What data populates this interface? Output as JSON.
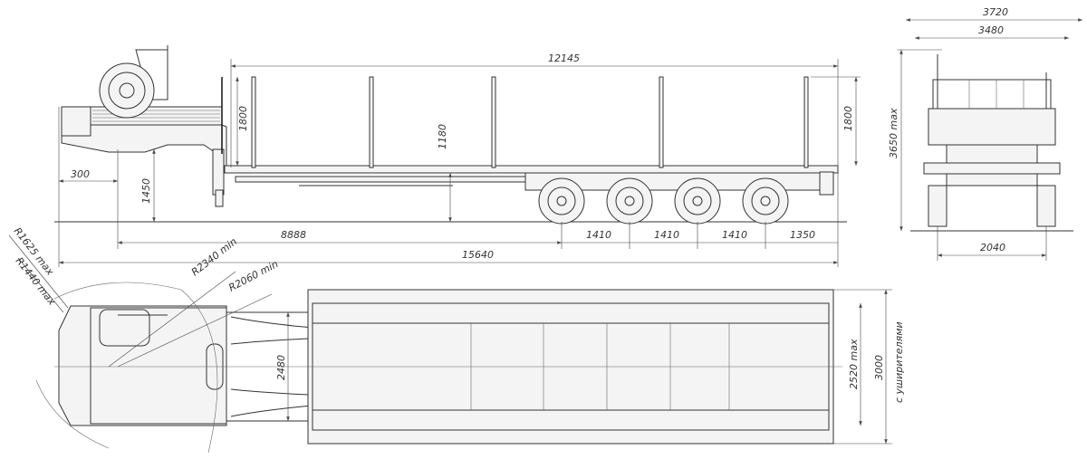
{
  "side_view": {
    "overall_deck_length": "12145",
    "stake_height_front": "1800",
    "deck_height_mid": "1180",
    "stake_height_rear": "1800",
    "kingpin_offset": "300",
    "fifth_wheel_height": "1450",
    "kingpin_to_axles": "8888",
    "axle_spacings": [
      "1410",
      "1410",
      "1410"
    ],
    "rear_overhang": "1350",
    "overall_length": "15640"
  },
  "front_view": {
    "overall_width_max": "3720",
    "width_inner": "3480",
    "height_max": "3650 max",
    "track_width": "2040"
  },
  "top_view": {
    "front_radius_max": "R1625 max",
    "front_radius_inner_max": "R1440 max",
    "turn_radius_min": "R2340 min",
    "turn_radius_inner_min": "R2060 min",
    "gooseneck_width": "2480",
    "deck_width_max": "2520 max",
    "width_with_extenders": "3000",
    "extenders_note": "с уширителями"
  }
}
